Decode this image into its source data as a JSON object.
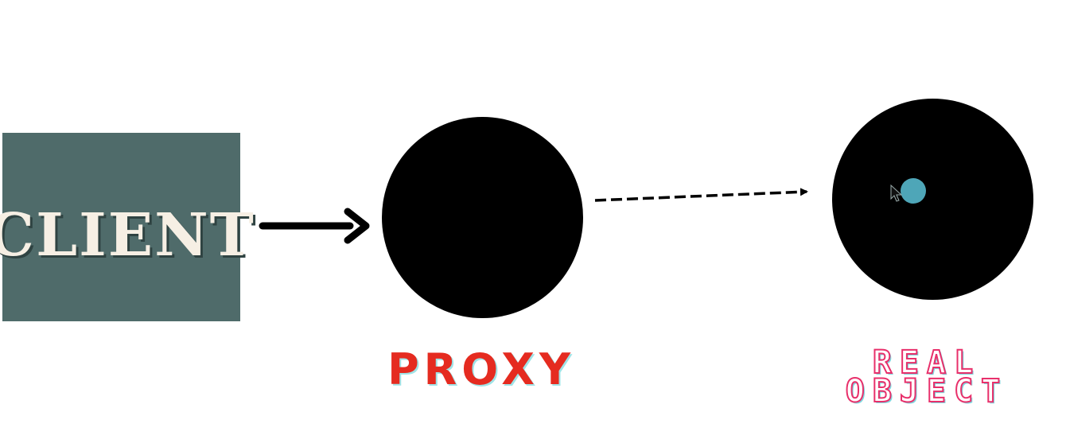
{
  "client": {
    "label": "CLIENT",
    "box_color": "#4f6b6a"
  },
  "proxy": {
    "label": "PROXY",
    "label_color": "#e52b20"
  },
  "real_object": {
    "label_line1": "REAL",
    "label_line2": "OBJECT",
    "label_color": "#e8306b"
  },
  "cursor": {
    "icon": "pointer-cursor-icon",
    "highlight_color": "#4ea6b8"
  },
  "edges": [
    {
      "from": "client",
      "to": "proxy",
      "style": "solid"
    },
    {
      "from": "proxy",
      "to": "real_object",
      "style": "dashed"
    }
  ]
}
